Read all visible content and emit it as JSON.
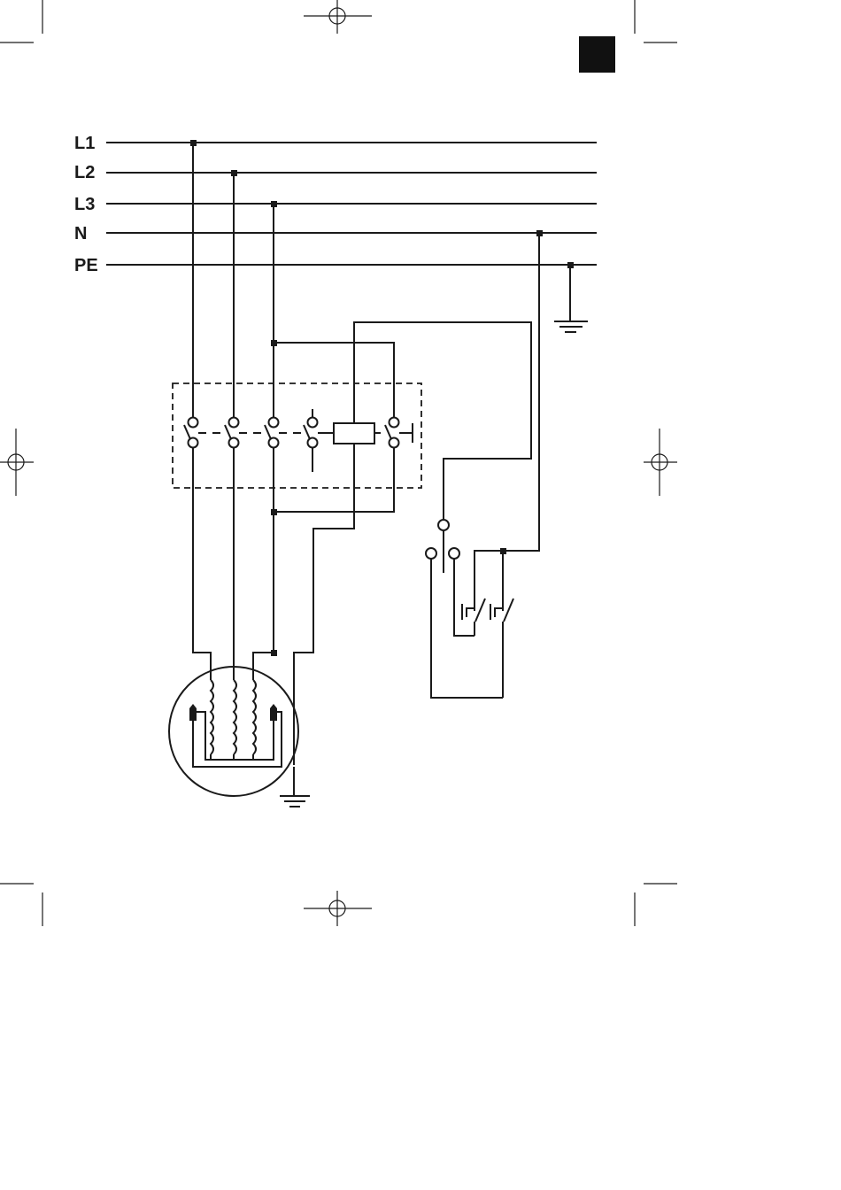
{
  "lines": [
    {
      "label": "L1"
    },
    {
      "label": "L2"
    },
    {
      "label": "L3"
    },
    {
      "label": "N"
    },
    {
      "label": "PE"
    }
  ],
  "icons": {
    "ground": "ground-icon",
    "motor": "motor-icon",
    "coil": "contactor-coil-icon",
    "registration": "crosshair-icon"
  },
  "colors": {
    "ink": "#1a1a1a",
    "background": "#ffffff",
    "page_marker": "#111111"
  }
}
